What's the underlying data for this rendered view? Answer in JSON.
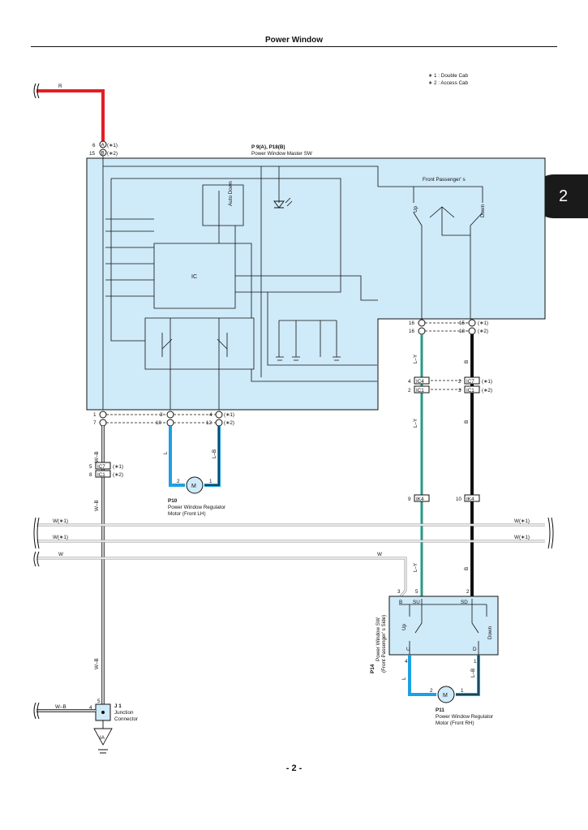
{
  "page": {
    "title": "Power Window",
    "page_tab": "2",
    "footer": "- 2 -"
  },
  "legend": {
    "line1": "∗ 1 : Double Cab",
    "line2": "∗ 2 : Access Cab"
  },
  "master_switch": {
    "id": "P 9(A), P18(B)",
    "name": "Power Window Master SW",
    "ic_label": "IC",
    "auto_down": "Auto\nDown",
    "passenger_label": "Front Passenger' s",
    "up": "Up",
    "down": "Down"
  },
  "top_connector": {
    "pin_a": "6",
    "pin_b": "15",
    "letter_a": "A",
    "letter_b": "B",
    "note_a": "(∗1)",
    "note_b": "(∗2)",
    "wire_color": "R"
  },
  "bottom_left_connector": {
    "pin_a": "1",
    "pin_b": "7",
    "mid_a": "3",
    "mid_b": "10",
    "right_a": "4",
    "right_b": "12",
    "note_a": "(∗1)",
    "note_b": "(∗2)"
  },
  "right_connector": {
    "left_a": "16",
    "left_b": "16",
    "right_a": "15",
    "right_b": "18",
    "note_a": "(∗1)",
    "note_b": "(∗2)"
  },
  "junctions": {
    "ic7_left": {
      "pin": "5",
      "label": "IC7",
      "note": "(∗1)"
    },
    "ic1_left": {
      "pin": "8",
      "label": "IC1",
      "note": "(∗2)"
    },
    "ic4_mid": {
      "pin_l": "4",
      "label": "IC4"
    },
    "ic1_mid": {
      "pin_l": "2",
      "label": "IC1"
    },
    "ic7_right": {
      "pin_l": "2",
      "label": "IC7",
      "note": "(∗1)"
    },
    "ic1_right": {
      "pin_l": "3",
      "label": "IC1",
      "note": "(∗2)"
    },
    "ik4_a": {
      "pin": "9",
      "label": "IK4"
    },
    "ik4_b": {
      "pin": "10",
      "label": "IK4"
    }
  },
  "wires": {
    "w_b": "W–B",
    "l": "L",
    "l_b": "L–B",
    "l_y": "L–Y",
    "b": "B",
    "w1a": "W(∗1)",
    "w1b": "W(∗1)",
    "w": "W",
    "r": "R"
  },
  "motor_lh": {
    "id": "P10",
    "name": "Power Window Regulator",
    "name2": "Motor (Front LH)",
    "symbol": "M",
    "pin1": "2",
    "pin2": "1"
  },
  "motor_rh": {
    "id": "P11",
    "name": "Power Window Regulator",
    "name2": "Motor (Front RH)",
    "symbol": "M",
    "pin1": "2",
    "pin2": "1"
  },
  "passenger_switch": {
    "id": "P14",
    "name": "Power Window SW",
    "name2": "(Front Passenger' s Side)",
    "b": "B",
    "su": "SU",
    "sd": "SD",
    "u": "U",
    "d": "D",
    "up": "Up",
    "down": "Down",
    "pin_b": "3",
    "pin_su": "5",
    "pin_sd": "2",
    "pin_u": "4",
    "pin_d": "1"
  },
  "junction_connector": {
    "id": "J 1",
    "name": "Junction",
    "name2": "Connector",
    "pin_top": "5",
    "pin_left": "4",
    "ground": "IA"
  },
  "colors": {
    "box_fill": "#cfeaf8",
    "wire_red": "#e31e24",
    "wire_blue": "#1da1e2",
    "wire_black": "#111111",
    "wire_ly": "#7fd3c6"
  }
}
